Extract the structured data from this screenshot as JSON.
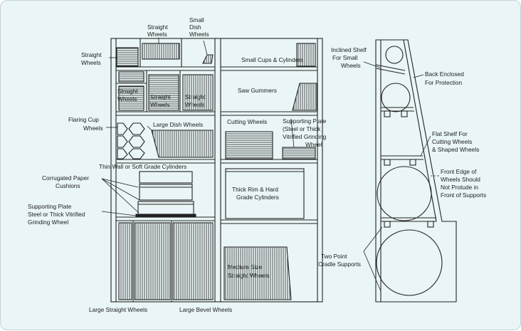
{
  "colors": {
    "background": "#e9f5f6",
    "ink": "#222222"
  },
  "labels": {
    "straight_wheels_top": [
      "Straight",
      "Wheels"
    ],
    "small_dish_wheels": [
      "Small",
      "Dish",
      "Wheels"
    ],
    "straight_wheels_left": [
      "Straight",
      "Wheels"
    ],
    "small_cups_cylinders": "Small Cups & Cylinders",
    "straight_wheels_mid1": [
      "Straight",
      "Wheels"
    ],
    "straight_wheels_mid2": [
      "Straight",
      "Wheels"
    ],
    "straight_wheels_mid3": [
      "Straight",
      "Wheels"
    ],
    "saw_gummers": "Saw Gummers",
    "flaring_cup_wheels": [
      "Flaring Cup",
      "Wheels"
    ],
    "large_dish_wheels": "Large Dish Wheels",
    "cutting_wheels": "Cutting Wheels",
    "supporting_plate_right": [
      "Supporting Plate",
      "(Steel or Thick",
      "Vitrified Grinding",
      "Wheel"
    ],
    "thin_wall_cylinders": "Thin Wall or Soft Grade Cylinders",
    "corrugated_paper_cushions": [
      "Corrugated Paper",
      "Cushions"
    ],
    "thick_rim_cylinders": [
      "Thick Rim & Hard",
      "Grade Cylinders"
    ],
    "supporting_plate_left": [
      "Supporting Plate",
      "Steel or Thick Vitrified",
      "Grinding Wheel"
    ],
    "medium_straight_wheels": [
      "Medium Size",
      "Straight Wheels"
    ],
    "large_straight_wheels": "Large Straight Wheels",
    "large_bevel_wheels": "Large Bevel Wheels",
    "inclined_shelf": [
      "Inclined Shelf",
      "For Small",
      "Wheels"
    ],
    "back_enclosed": [
      "Back Enclosed",
      "For Protection"
    ],
    "flat_shelf": [
      "Flat Shelf For",
      "Cutting Wheels",
      "& Shaped Wheels"
    ],
    "front_edge": [
      "Front Edge of",
      "Wheels Should",
      "Not Protude in",
      "Front of Supports"
    ],
    "two_point_cradle": [
      "Two Point",
      "Cradle Supports"
    ]
  }
}
